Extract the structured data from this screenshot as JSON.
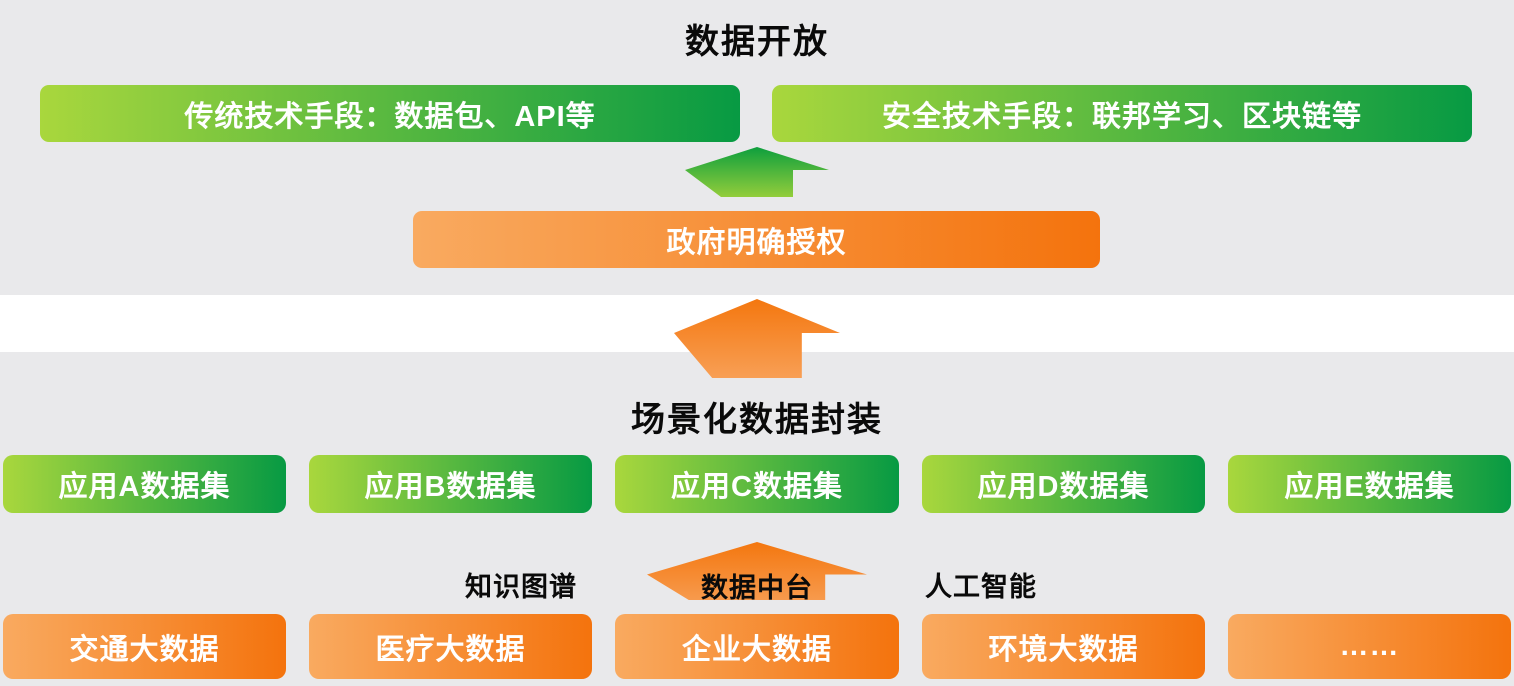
{
  "top": {
    "title": "数据开放",
    "traditional_bar": "传统技术手段：数据包、API等",
    "secure_bar": "安全技术手段：联邦学习、区块链等",
    "authorization_bar": "政府明确授权"
  },
  "bottom": {
    "title": "场景化数据封装",
    "datasets": [
      "应用A数据集",
      "应用B数据集",
      "应用C数据集",
      "应用D数据集",
      "应用E数据集"
    ],
    "middle": {
      "left_label": "知识图谱",
      "center_label": "数据中台",
      "right_label": "人工智能"
    },
    "sources": [
      "交通大数据",
      "医疗大数据",
      "企业大数据",
      "环境大数据",
      "……"
    ]
  },
  "colors": {
    "panel_gray": "#e9e9eb",
    "green_gradient_light": "#a9d73d",
    "green_gradient_dark": "#079a43",
    "orange_gradient_light": "#f9aa60",
    "orange_gradient_dark": "#f4730d",
    "arrow_green_top": "#0e9f3d",
    "arrow_green_bottom": "#93cd3b",
    "arrow_orange": "#f5811f",
    "bar_text": "#ffffff",
    "title_text": "#0a0a0a"
  }
}
